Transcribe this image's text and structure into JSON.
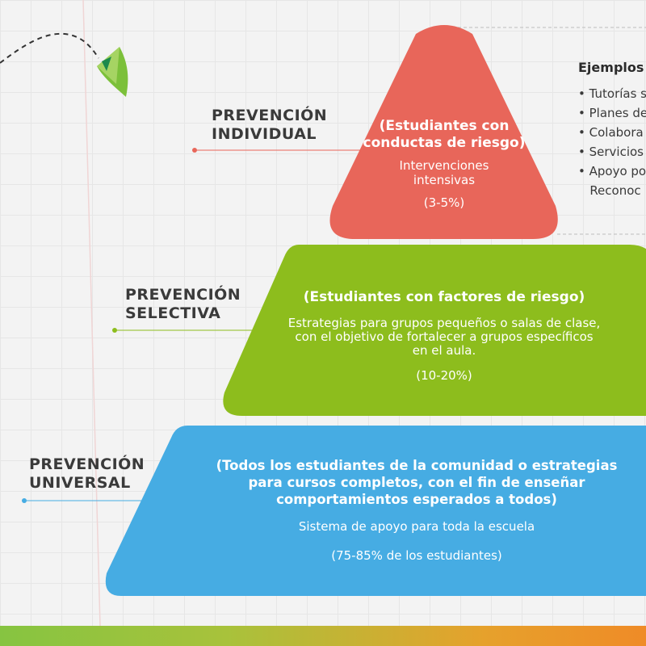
{
  "layers": {
    "individual": {
      "label_line1": "PREVENCIÓN",
      "label_line2": "INDIVIDUAL",
      "title_line1": "(Estudiantes con",
      "title_line2": "conductas de riesgo)",
      "desc_line1": "Intervenciones",
      "desc_line2": "intensivas",
      "percent": "(3-5%)",
      "color": "#e8665a"
    },
    "selective": {
      "label_line1": "PREVENCIÓN",
      "label_line2": "SELECTIVA",
      "title_line1": "(Estudiantes con factores de riesgo)",
      "desc_line1": "Estrategias para grupos pequeños o salas de clase,",
      "desc_line2": "con el objetivo de fortalecer a grupos específicos",
      "desc_line3": "en el aula.",
      "percent": "(10-20%)",
      "color": "#8dbd1d"
    },
    "universal": {
      "label_line1": "PREVENCIÓN",
      "label_line2": "UNIVERSAL",
      "title_line1": "(Todos los estudiantes de la comunidad o estrategias",
      "title_line2": "para cursos completos, con el fin de enseñar",
      "title_line3": "comportamientos esperados a todos)",
      "desc_line1": "Sistema de apoyo para toda la escuela",
      "percent": "(75-85% de los estudiantes)",
      "color": "#46ace3"
    }
  },
  "examples": {
    "title": "Ejemplos",
    "items": [
      "Tutorías s",
      "Planes de",
      "Colabora",
      "Servicios",
      "Apoyo po"
    ],
    "continuation": "Reconoc"
  },
  "colors": {
    "label_text": "#3a3a3a",
    "leaf_green": "#7cc03a",
    "divider_dots": "#c7c7c7",
    "grid": "#e6e6e6",
    "background": "#f3f3f3"
  }
}
